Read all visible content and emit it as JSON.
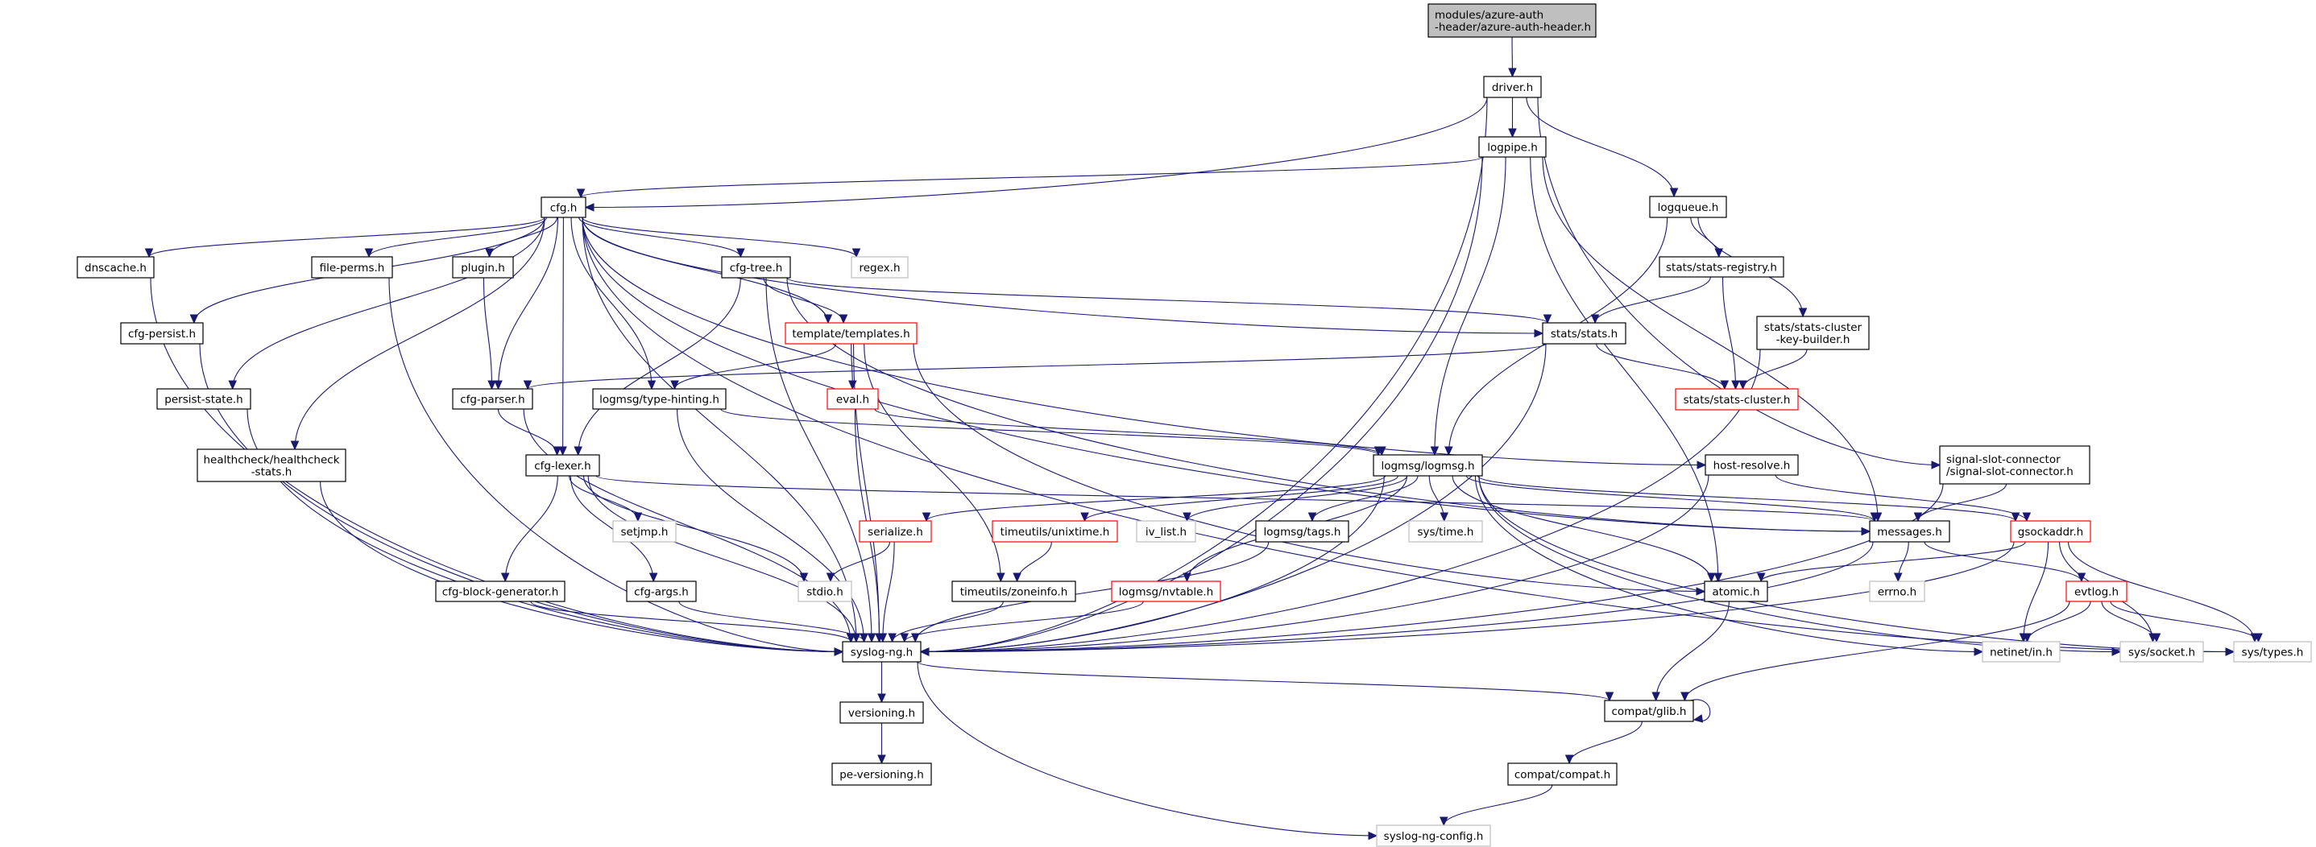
{
  "graph": {
    "title": "Include dependency graph for azure-auth-header.h",
    "colors": {
      "edge": "#191970",
      "root_fill": "#bfbfbf",
      "normal_border": "#000000",
      "missing_border": "#bfbfbf",
      "truncated_border": "#ff0000"
    },
    "nodes": [
      {
        "id": "root",
        "label": [
          "modules/azure-auth",
          "-header/azure-auth-header.h"
        ],
        "style": "root"
      },
      {
        "id": "driver",
        "label": [
          "driver.h"
        ],
        "style": "normal"
      },
      {
        "id": "logpipe",
        "label": [
          "logpipe.h"
        ],
        "style": "normal"
      },
      {
        "id": "cfg",
        "label": [
          "cfg.h"
        ],
        "style": "normal"
      },
      {
        "id": "logqueue",
        "label": [
          "logqueue.h"
        ],
        "style": "normal"
      },
      {
        "id": "dnscache",
        "label": [
          "dnscache.h"
        ],
        "style": "normal"
      },
      {
        "id": "fileperms",
        "label": [
          "file-perms.h"
        ],
        "style": "normal"
      },
      {
        "id": "plugin",
        "label": [
          "plugin.h"
        ],
        "style": "normal"
      },
      {
        "id": "cfgtree",
        "label": [
          "cfg-tree.h"
        ],
        "style": "normal"
      },
      {
        "id": "regex",
        "label": [
          "regex.h"
        ],
        "style": "missing"
      },
      {
        "id": "statsregistry",
        "label": [
          "stats/stats-registry.h"
        ],
        "style": "normal"
      },
      {
        "id": "cfgpersist",
        "label": [
          "cfg-persist.h"
        ],
        "style": "normal"
      },
      {
        "id": "templates",
        "label": [
          "template/templates.h"
        ],
        "style": "truncated"
      },
      {
        "id": "stats",
        "label": [
          "stats/stats.h"
        ],
        "style": "normal"
      },
      {
        "id": "keybuilder",
        "label": [
          "stats/stats-cluster",
          "-key-builder.h"
        ],
        "style": "normal"
      },
      {
        "id": "persiststate",
        "label": [
          "persist-state.h"
        ],
        "style": "normal"
      },
      {
        "id": "cfgparser",
        "label": [
          "cfg-parser.h"
        ],
        "style": "normal"
      },
      {
        "id": "typehinting",
        "label": [
          "logmsg/type-hinting.h"
        ],
        "style": "normal"
      },
      {
        "id": "eval",
        "label": [
          "eval.h"
        ],
        "style": "truncated"
      },
      {
        "id": "statscluster",
        "label": [
          "stats/stats-cluster.h"
        ],
        "style": "truncated"
      },
      {
        "id": "healthcheck",
        "label": [
          "healthcheck/healthcheck",
          "-stats.h"
        ],
        "style": "normal"
      },
      {
        "id": "cfglexer",
        "label": [
          "cfg-lexer.h"
        ],
        "style": "normal"
      },
      {
        "id": "logmsg",
        "label": [
          "logmsg/logmsg.h"
        ],
        "style": "normal"
      },
      {
        "id": "hostresolve",
        "label": [
          "host-resolve.h"
        ],
        "style": "normal"
      },
      {
        "id": "signalslot",
        "label": [
          "signal-slot-connector",
          "/signal-slot-connector.h"
        ],
        "style": "normal"
      },
      {
        "id": "setjmp",
        "label": [
          "setjmp.h"
        ],
        "style": "missing"
      },
      {
        "id": "serialize",
        "label": [
          "serialize.h"
        ],
        "style": "truncated"
      },
      {
        "id": "unixtime",
        "label": [
          "timeutils/unixtime.h"
        ],
        "style": "truncated"
      },
      {
        "id": "ivlist",
        "label": [
          "iv_list.h"
        ],
        "style": "missing"
      },
      {
        "id": "tags",
        "label": [
          "logmsg/tags.h"
        ],
        "style": "normal"
      },
      {
        "id": "systime",
        "label": [
          "sys/time.h"
        ],
        "style": "missing"
      },
      {
        "id": "messages",
        "label": [
          "messages.h"
        ],
        "style": "normal"
      },
      {
        "id": "gsockaddr",
        "label": [
          "gsockaddr.h"
        ],
        "style": "truncated"
      },
      {
        "id": "cfgblockgen",
        "label": [
          "cfg-block-generator.h"
        ],
        "style": "normal"
      },
      {
        "id": "cfgargs",
        "label": [
          "cfg-args.h"
        ],
        "style": "normal"
      },
      {
        "id": "stdio",
        "label": [
          "stdio.h"
        ],
        "style": "missing"
      },
      {
        "id": "zoneinfo",
        "label": [
          "timeutils/zoneinfo.h"
        ],
        "style": "normal"
      },
      {
        "id": "nvtable",
        "label": [
          "logmsg/nvtable.h"
        ],
        "style": "truncated"
      },
      {
        "id": "atomic",
        "label": [
          "atomic.h"
        ],
        "style": "normal"
      },
      {
        "id": "errno",
        "label": [
          "errno.h"
        ],
        "style": "missing"
      },
      {
        "id": "evtlog",
        "label": [
          "evtlog.h"
        ],
        "style": "truncated"
      },
      {
        "id": "syslogng",
        "label": [
          "syslog-ng.h"
        ],
        "style": "normal"
      },
      {
        "id": "netinet",
        "label": [
          "netinet/in.h"
        ],
        "style": "missing"
      },
      {
        "id": "syssocket",
        "label": [
          "sys/socket.h"
        ],
        "style": "missing"
      },
      {
        "id": "systypes",
        "label": [
          "sys/types.h"
        ],
        "style": "missing"
      },
      {
        "id": "versioning",
        "label": [
          "versioning.h"
        ],
        "style": "normal"
      },
      {
        "id": "glib",
        "label": [
          "compat/glib.h"
        ],
        "style": "normal"
      },
      {
        "id": "peversioning",
        "label": [
          "pe-versioning.h"
        ],
        "style": "normal"
      },
      {
        "id": "compat",
        "label": [
          "compat/compat.h"
        ],
        "style": "normal"
      },
      {
        "id": "config",
        "label": [
          "syslog-ng-config.h"
        ],
        "style": "missing"
      }
    ],
    "edges": [
      [
        "root",
        "driver"
      ],
      [
        "driver",
        "logpipe"
      ],
      [
        "driver",
        "cfg"
      ],
      [
        "driver",
        "logqueue"
      ],
      [
        "driver",
        "syslogng"
      ],
      [
        "driver",
        "signalslot"
      ],
      [
        "logpipe",
        "cfg"
      ],
      [
        "logpipe",
        "logmsg"
      ],
      [
        "logpipe",
        "syslogng"
      ],
      [
        "logpipe",
        "messages"
      ],
      [
        "logpipe",
        "atomic"
      ],
      [
        "cfg",
        "dnscache"
      ],
      [
        "cfg",
        "fileperms"
      ],
      [
        "cfg",
        "plugin"
      ],
      [
        "cfg",
        "cfgtree"
      ],
      [
        "cfg",
        "regex"
      ],
      [
        "cfg",
        "cfgpersist"
      ],
      [
        "cfg",
        "templates"
      ],
      [
        "cfg",
        "stats"
      ],
      [
        "cfg",
        "persiststate"
      ],
      [
        "cfg",
        "cfgparser"
      ],
      [
        "cfg",
        "typehinting"
      ],
      [
        "cfg",
        "healthcheck"
      ],
      [
        "cfg",
        "cfglexer"
      ],
      [
        "cfg",
        "hostresolve"
      ],
      [
        "cfg",
        "messages"
      ],
      [
        "cfg",
        "syslogng"
      ],
      [
        "cfg",
        "systypes"
      ],
      [
        "logqueue",
        "statsregistry"
      ],
      [
        "logqueue",
        "keybuilder"
      ],
      [
        "logqueue",
        "logmsg"
      ],
      [
        "statsregistry",
        "stats"
      ],
      [
        "statsregistry",
        "statscluster"
      ],
      [
        "keybuilder",
        "statscluster"
      ],
      [
        "keybuilder",
        "syslogng"
      ],
      [
        "stats",
        "statscluster"
      ],
      [
        "stats",
        "cfgparser"
      ],
      [
        "stats",
        "syslogng"
      ],
      [
        "dnscache",
        "syslogng"
      ],
      [
        "fileperms",
        "syslogng"
      ],
      [
        "plugin",
        "cfgparser"
      ],
      [
        "cfgpersist",
        "syslogng"
      ],
      [
        "persiststate",
        "syslogng"
      ],
      [
        "healthcheck",
        "syslogng"
      ],
      [
        "cfgtree",
        "templates"
      ],
      [
        "cfgtree",
        "cfglexer"
      ],
      [
        "cfgtree",
        "stats"
      ],
      [
        "cfgtree",
        "messages"
      ],
      [
        "cfgtree",
        "syslogng"
      ],
      [
        "templates",
        "typehinting"
      ],
      [
        "templates",
        "eval"
      ],
      [
        "templates",
        "zoneinfo"
      ],
      [
        "templates",
        "atomic"
      ],
      [
        "templates",
        "syslogng"
      ],
      [
        "cfgparser",
        "cfglexer"
      ],
      [
        "cfgparser",
        "syslogng"
      ],
      [
        "typehinting",
        "logmsg"
      ],
      [
        "typehinting",
        "syslogng"
      ],
      [
        "eval",
        "logmsg"
      ],
      [
        "eval",
        "syslogng"
      ],
      [
        "cfglexer",
        "setjmp"
      ],
      [
        "cfglexer",
        "cfgblockgen"
      ],
      [
        "cfglexer",
        "cfgargs"
      ],
      [
        "cfglexer",
        "stdio"
      ],
      [
        "cfglexer",
        "messages"
      ],
      [
        "cfglexer",
        "syslogng"
      ],
      [
        "logmsg",
        "serialize"
      ],
      [
        "logmsg",
        "unixtime"
      ],
      [
        "logmsg",
        "ivlist"
      ],
      [
        "logmsg",
        "tags"
      ],
      [
        "logmsg",
        "systime"
      ],
      [
        "logmsg",
        "nvtable"
      ],
      [
        "logmsg",
        "messages"
      ],
      [
        "logmsg",
        "gsockaddr"
      ],
      [
        "logmsg",
        "atomic"
      ],
      [
        "logmsg",
        "netinet"
      ],
      [
        "logmsg",
        "syssocket"
      ],
      [
        "logmsg",
        "systypes"
      ],
      [
        "logmsg",
        "syslogng"
      ],
      [
        "hostresolve",
        "gsockaddr"
      ],
      [
        "hostresolve",
        "syslogng"
      ],
      [
        "signalslot",
        "messages"
      ],
      [
        "signalslot",
        "syslogng"
      ],
      [
        "serialize",
        "stdio"
      ],
      [
        "serialize",
        "syslogng"
      ],
      [
        "unixtime",
        "zoneinfo"
      ],
      [
        "tags",
        "syslogng"
      ],
      [
        "nvtable",
        "syslogng"
      ],
      [
        "zoneinfo",
        "syslogng"
      ],
      [
        "cfgblockgen",
        "syslogng"
      ],
      [
        "cfgargs",
        "syslogng"
      ],
      [
        "messages",
        "errno"
      ],
      [
        "messages",
        "evtlog"
      ],
      [
        "messages",
        "syslogng"
      ],
      [
        "gsockaddr",
        "atomic"
      ],
      [
        "gsockaddr",
        "netinet"
      ],
      [
        "gsockaddr",
        "syssocket"
      ],
      [
        "gsockaddr",
        "systypes"
      ],
      [
        "gsockaddr",
        "syslogng"
      ],
      [
        "evtlog",
        "netinet"
      ],
      [
        "evtlog",
        "syssocket"
      ],
      [
        "evtlog",
        "systypes"
      ],
      [
        "evtlog",
        "glib"
      ],
      [
        "atomic",
        "glib"
      ],
      [
        "syslogng",
        "versioning"
      ],
      [
        "syslogng",
        "glib"
      ],
      [
        "syslogng",
        "config"
      ],
      [
        "versioning",
        "peversioning"
      ],
      [
        "glib",
        "glib"
      ],
      [
        "glib",
        "compat"
      ],
      [
        "compat",
        "config"
      ]
    ]
  }
}
